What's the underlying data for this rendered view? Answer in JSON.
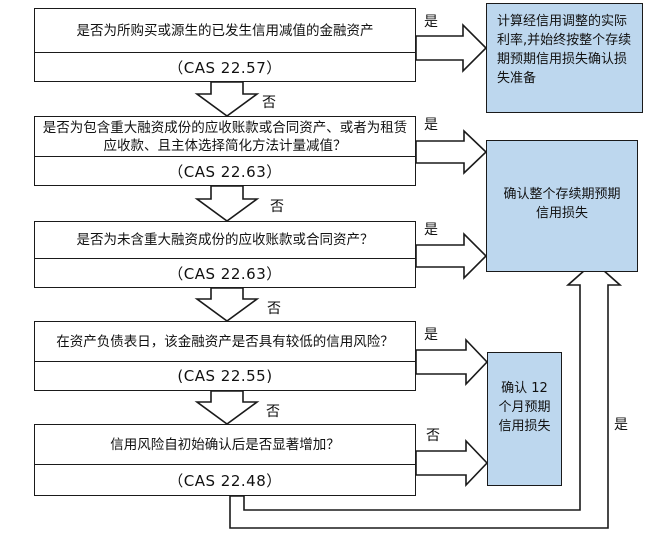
{
  "questions": [
    {
      "text": "是否为所购买或源生的已发生信用减值的金融资产",
      "ref": "（CAS 22.57）"
    },
    {
      "text": "是否为包含重大融资成份的应收账款或合同资产、或者为租赁应收款、且主体选择简化方法计量减值？",
      "ref": "（CAS 22.63）"
    },
    {
      "text": "是否为未含重大融资成份的应收账款或合同资产？",
      "ref": "（CAS 22.63）"
    },
    {
      "text": "在资产负债表日，该金融资产是否具有较低的信用风险？",
      "ref": "(CAS 22.55)"
    },
    {
      "text": "信用风险自初始确认后是否显著增加？",
      "ref": "（CAS 22.48）"
    }
  ],
  "results": {
    "credit_adjusted": "计算经信用调整的实际利率,并始终按整个存续期预期信用损失确认损失准备",
    "lifetime": "确认整个存续期预期信用损失",
    "twelve_month": "确认 12 个月预期信用损失"
  },
  "labels": {
    "yes": "是",
    "no": "否"
  },
  "colors": {
    "result_fill": "#bdd7ee",
    "stroke": "#1a1a1a"
  }
}
